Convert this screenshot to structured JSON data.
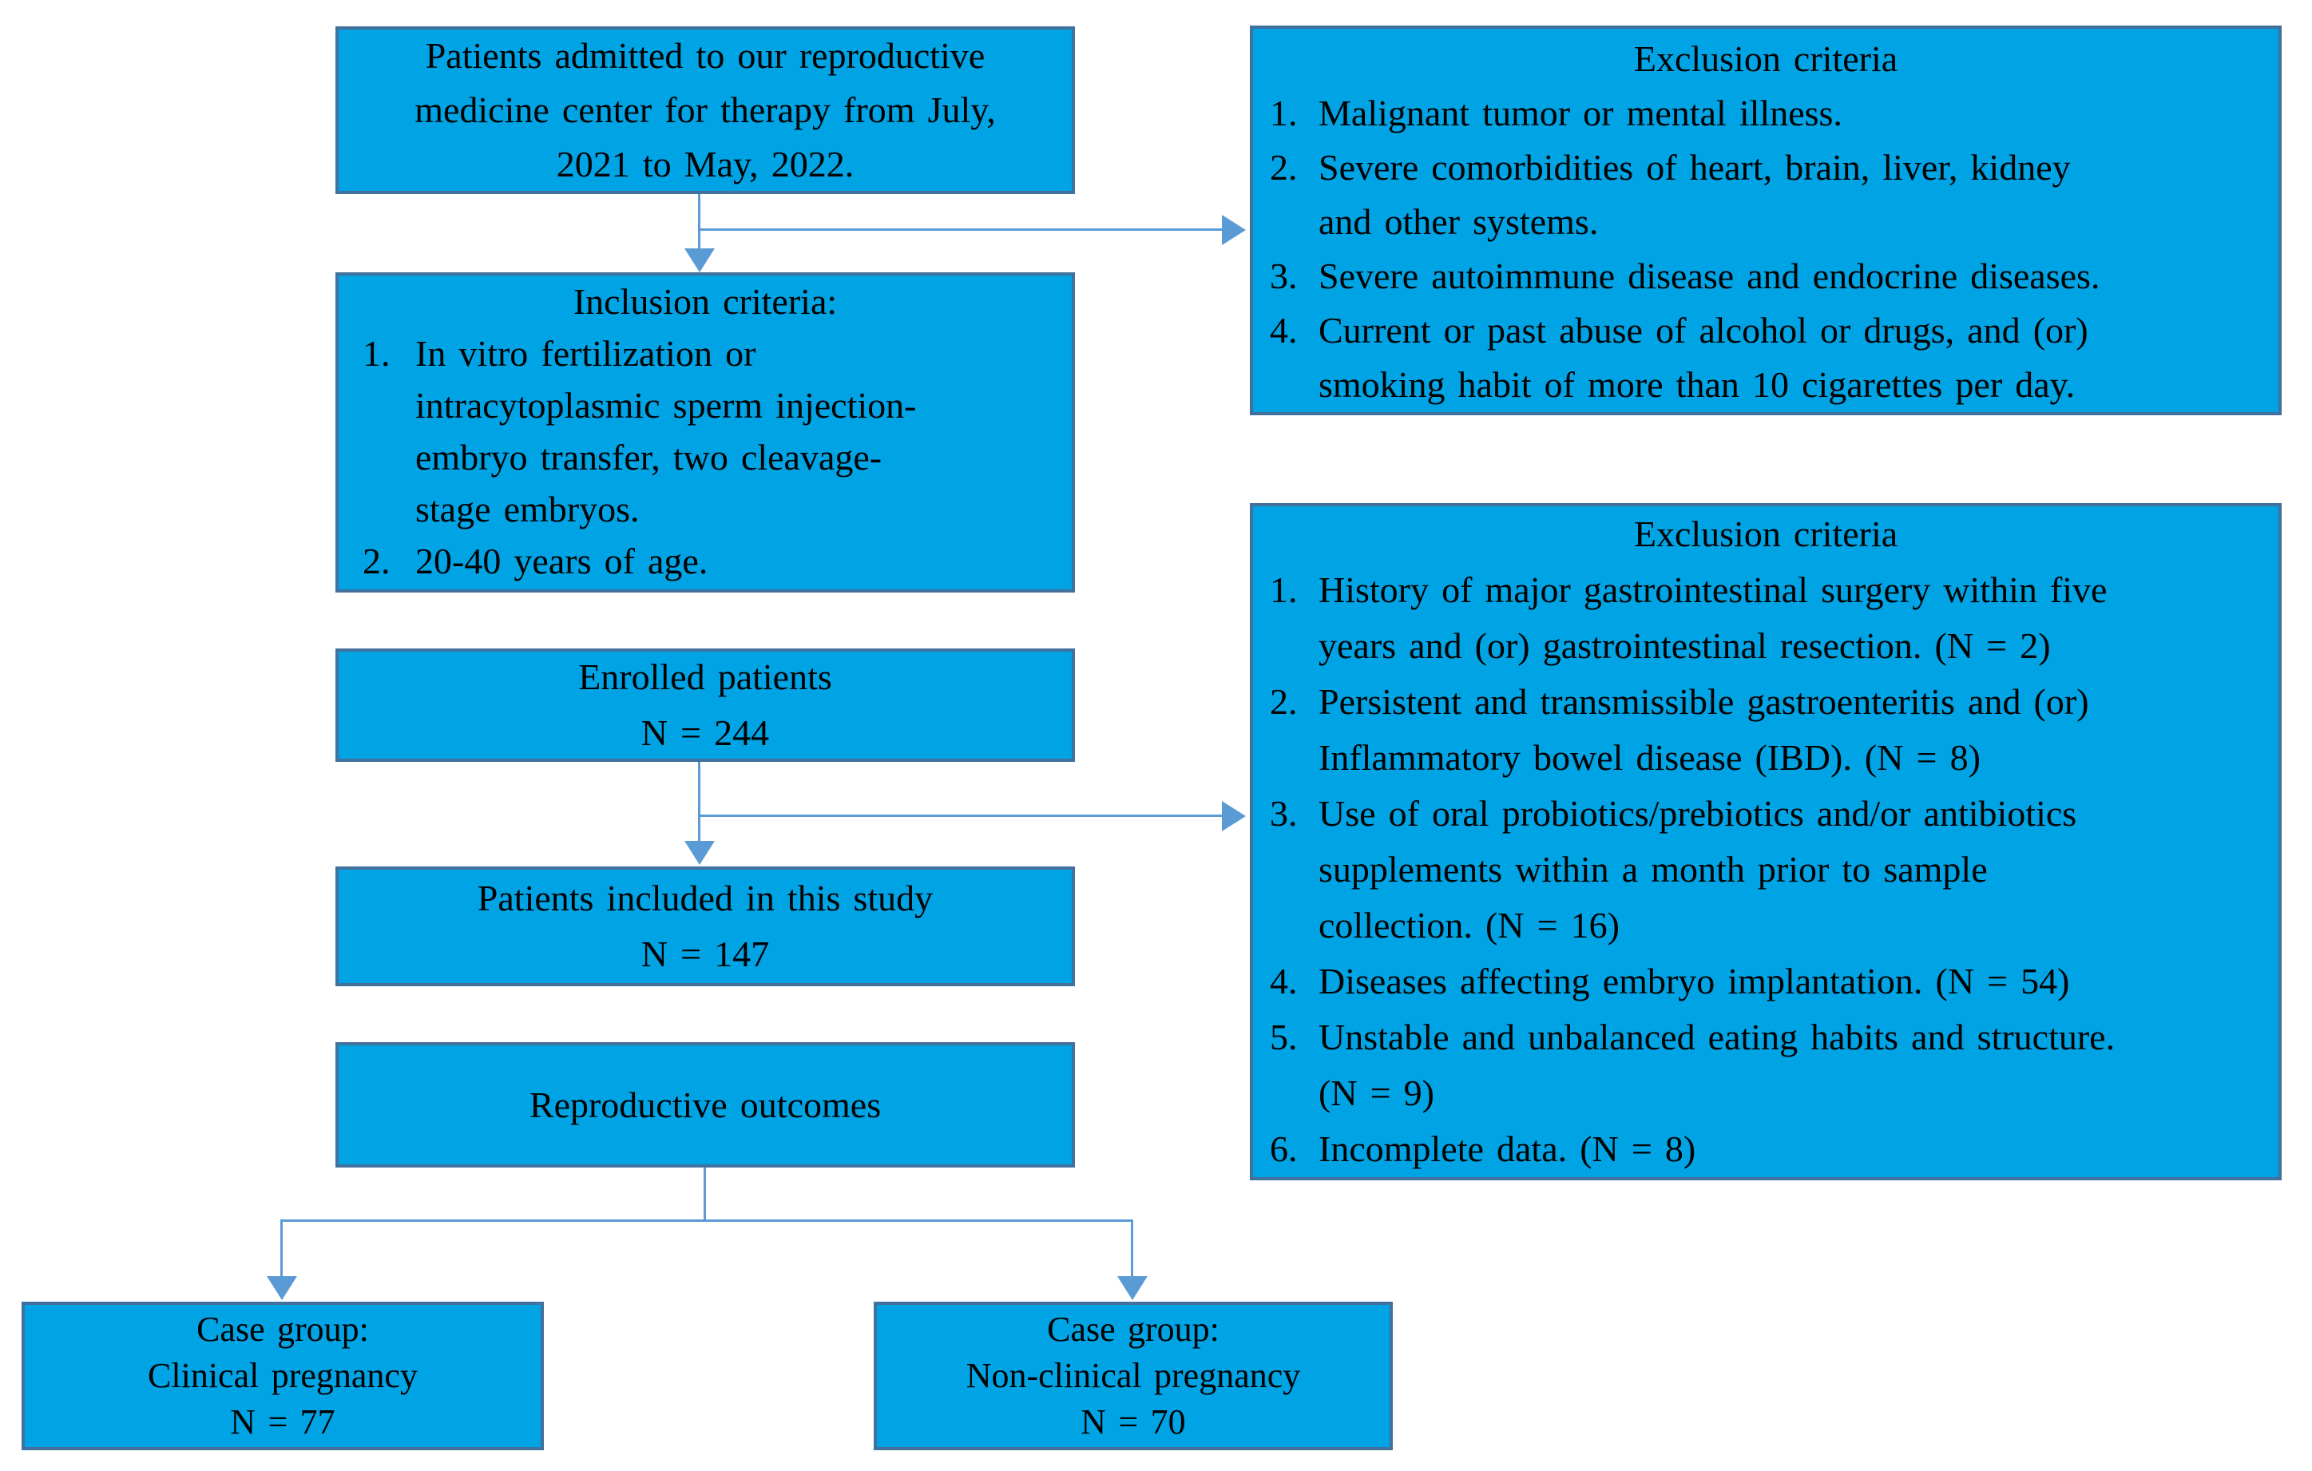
{
  "diagram": {
    "colors": {
      "box_fill": "#00A3E4",
      "box_border": "#41719C",
      "connector": "#5B9BD5",
      "text": "#000000",
      "background": "#ffffff"
    },
    "boxes": {
      "admitted": {
        "text": "Patients admitted to our reproductive\nmedicine center for therapy from July,\n2021 to May, 2022."
      },
      "inclusion": {
        "title": "Inclusion criteria:",
        "items": [
          {
            "num": "1.",
            "text": "In vitro fertilization or\nintracytoplasmic sperm injection-\nembryo transfer, two cleavage-\nstage embryos."
          },
          {
            "num": "2.",
            "text": "20-40 years of age."
          }
        ]
      },
      "enrolled": {
        "line1": "Enrolled patients",
        "line2": "N = 244"
      },
      "included": {
        "line1": "Patients included in this study",
        "line2": "N = 147"
      },
      "outcomes": {
        "text": "Reproductive outcomes"
      },
      "case_clinical": {
        "text": "Case group:\nClinical pregnancy\nN = 77"
      },
      "case_nonclinical": {
        "text": "Case group:\nNon-clinical pregnancy\nN = 70"
      },
      "exclusion1": {
        "title": "Exclusion criteria",
        "items": [
          {
            "num": "1.",
            "text": "Malignant tumor or mental illness."
          },
          {
            "num": "2.",
            "text": "Severe comorbidities of heart, brain, liver, kidney\nand other systems."
          },
          {
            "num": "3.",
            "text": "Severe autoimmune disease and endocrine diseases."
          },
          {
            "num": "4.",
            "text": "Current or past abuse of alcohol or drugs, and (or)\nsmoking habit of more than 10 cigarettes per day."
          }
        ]
      },
      "exclusion2": {
        "title": "Exclusion criteria",
        "items": [
          {
            "num": "1.",
            "text": "History of major gastrointestinal surgery within five\nyears and (or) gastrointestinal resection. (N = 2)"
          },
          {
            "num": "2.",
            "text": "Persistent and transmissible gastroenteritis and (or)\nInflammatory bowel disease (IBD). (N = 8)"
          },
          {
            "num": "3.",
            "text": "Use of oral probiotics/prebiotics and/or antibiotics\nsupplements within a month prior to sample\ncollection. (N = 16)"
          },
          {
            "num": "4.",
            "text": "Diseases affecting embryo implantation. (N = 54)"
          },
          {
            "num": "5.",
            "text": "Unstable and unbalanced eating habits and structure.\n(N = 9)"
          },
          {
            "num": "6.",
            "text": "Incomplete data. (N = 8)"
          }
        ]
      }
    }
  }
}
